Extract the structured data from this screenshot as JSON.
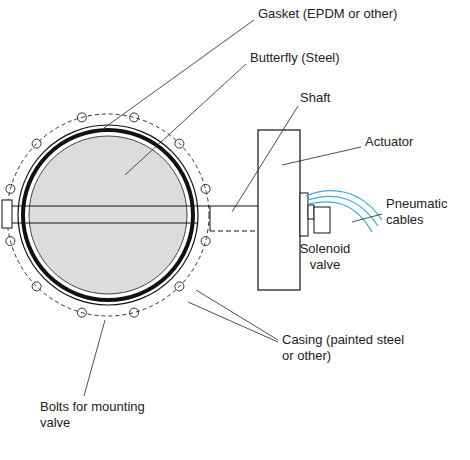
{
  "diagram": {
    "labels": [
      "Gasket (EPDM or other)",
      "Butterfly (Steel)",
      "Shaft",
      "Actuator",
      "Pneumatic cables",
      "Solenoid valve",
      "Casing (painted steel or other)",
      "Bolts for mounting valve"
    ]
  }
}
